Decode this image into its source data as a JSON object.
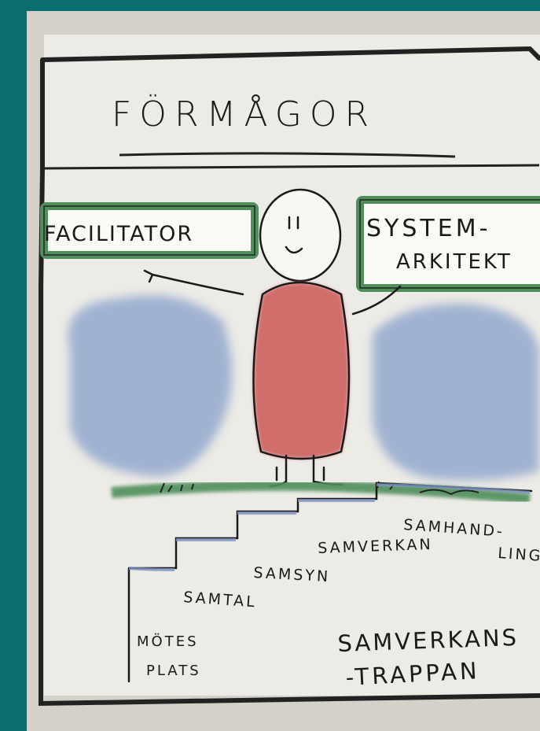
{
  "poster": {
    "title": "FÖRMÅGOR",
    "left_box": "FACILITATOR",
    "right_box_line1": "SYSTEM-",
    "right_box_line2": "ARKITEKT"
  },
  "stairs": {
    "step5_line1": "SAMHAND-",
    "step5_line2": "LING",
    "step4": "SAMVERKAN",
    "step3": "SAMSYN",
    "step2": "SAMTAL",
    "step1_line1": "MÖTES",
    "step1_line2": "PLATS"
  },
  "caption": {
    "line1": "SAMVERKANS",
    "line2": "-TRAPPAN"
  },
  "colors": {
    "frame": "#0b6e6e",
    "marker_green": "#4f8f5a",
    "body_red": "#cf6766",
    "cloud_blue": "#93a9cd",
    "ink": "#1a1a1a"
  }
}
